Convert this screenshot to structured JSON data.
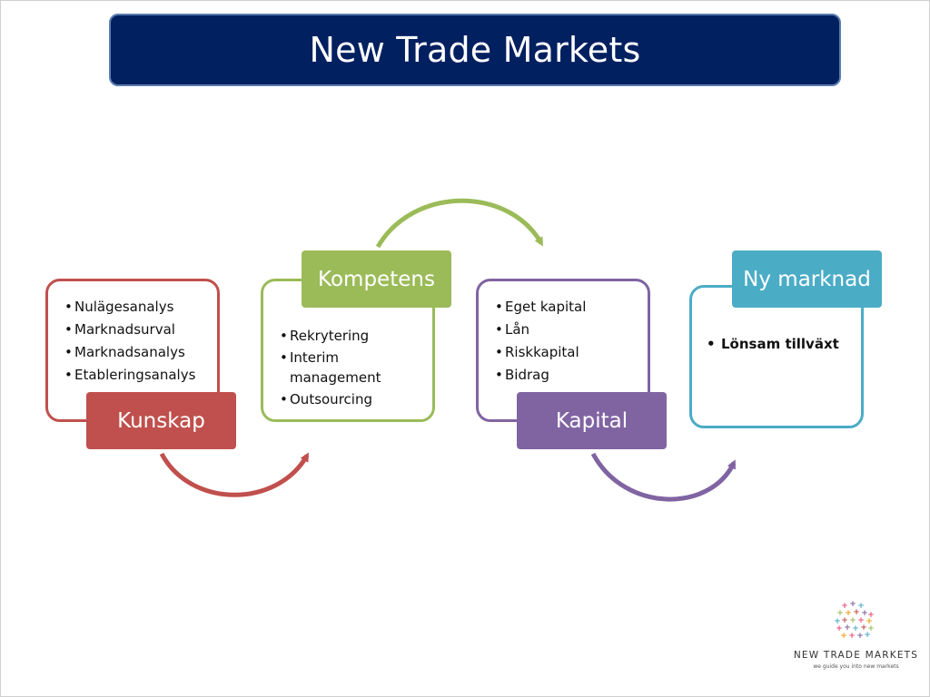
{
  "title": "New Trade Markets",
  "colors": {
    "title_bg": "#012060",
    "kunskap": "#c0504d",
    "kompetens": "#9bbb59",
    "kapital": "#8064a2",
    "ny_marknad": "#4bacc6"
  },
  "stages": [
    {
      "label": "Kunskap",
      "items": [
        "Nulägesanalys",
        "Marknadsurval",
        "Marknadsanalys",
        "Etableringsanalys"
      ]
    },
    {
      "label": "Kompetens",
      "items": [
        "Rekrytering",
        "Interim management",
        "Outsourcing"
      ]
    },
    {
      "label": "Kapital",
      "items": [
        "Eget kapital",
        "Lån",
        "Riskkapital",
        "Bidrag"
      ]
    },
    {
      "label": "Ny marknad",
      "items": [
        "Lönsam tillväxt"
      ]
    }
  ],
  "logo": {
    "name": "NEW TRADE MARKETS",
    "tagline": "we guide you into new markets"
  }
}
